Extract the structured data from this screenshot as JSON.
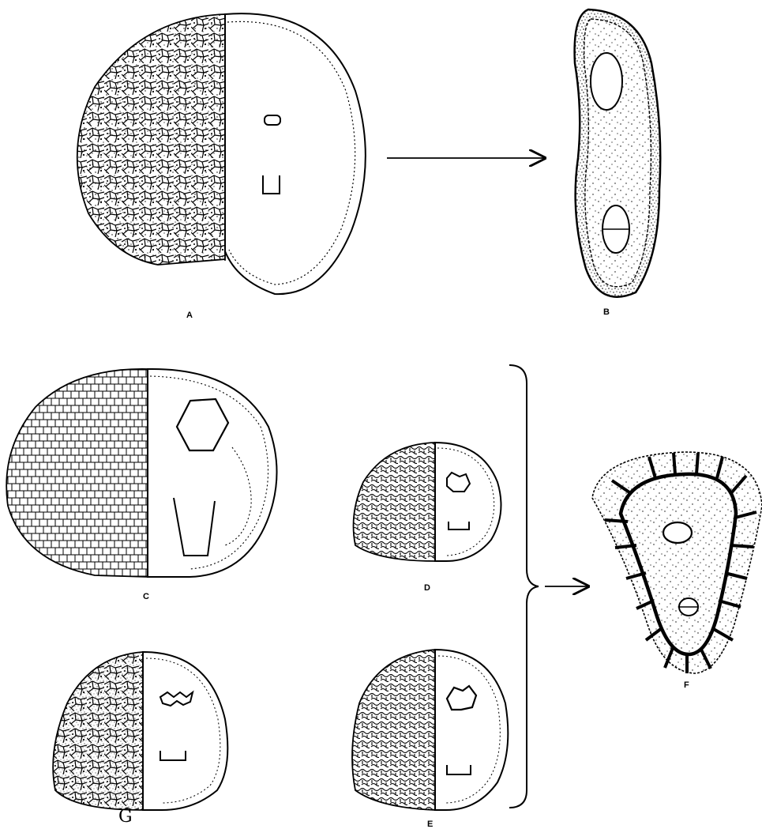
{
  "figures": {
    "a": {
      "label": "A"
    },
    "b": {
      "label": "B"
    },
    "c": {
      "label": "C"
    },
    "d": {
      "label": "D"
    },
    "e": {
      "label": "E"
    },
    "f": {
      "label": "F"
    },
    "g": {
      "label": "G"
    }
  },
  "colors": {
    "ink": "#000000",
    "paper": "#ffffff"
  }
}
